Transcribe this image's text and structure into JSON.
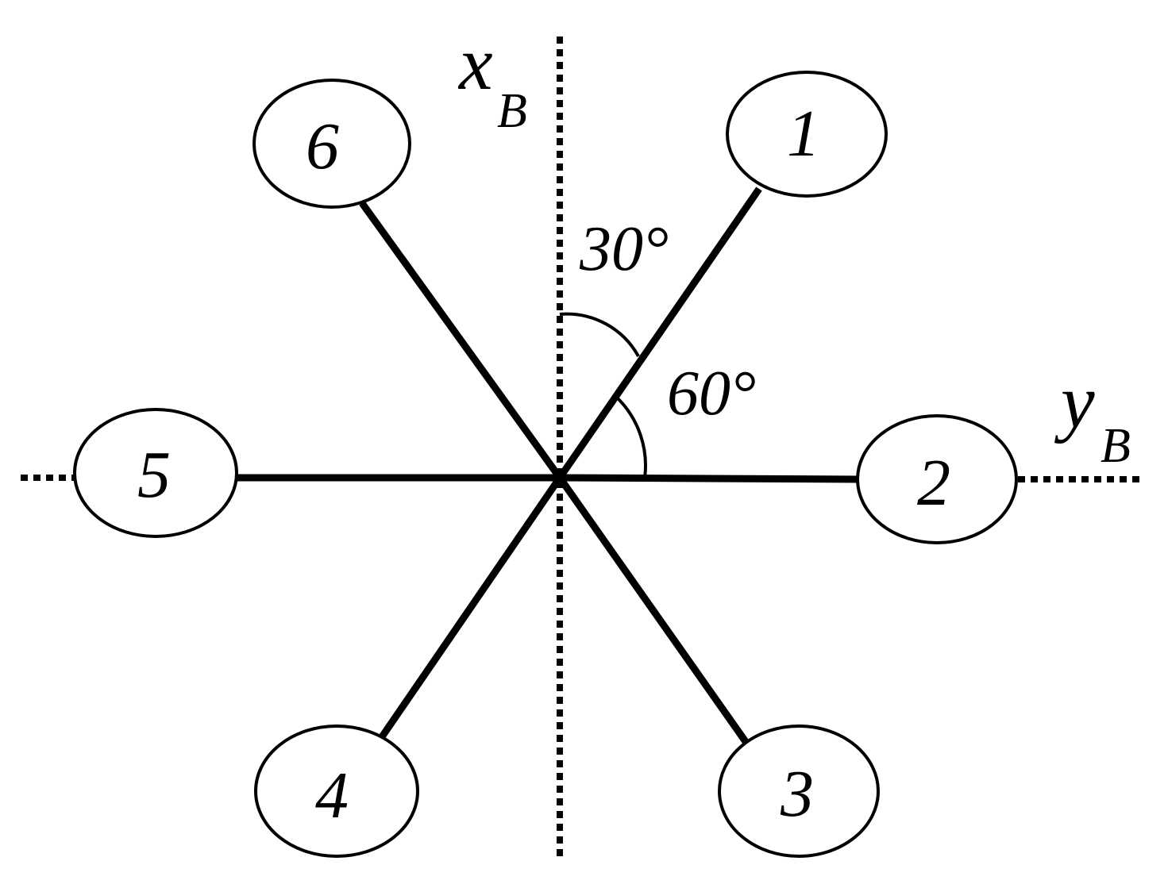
{
  "axes": {
    "x": {
      "main": "x",
      "sub": "B"
    },
    "y": {
      "main": "y",
      "sub": "B"
    }
  },
  "rotors": [
    {
      "id": 1,
      "label": "1"
    },
    {
      "id": 2,
      "label": "2"
    },
    {
      "id": 3,
      "label": "3"
    },
    {
      "id": 4,
      "label": "4"
    },
    {
      "id": 5,
      "label": "5"
    },
    {
      "id": 6,
      "label": "6"
    }
  ],
  "angles": {
    "from_x_axis": "30°",
    "from_y_axis": "60°"
  },
  "colors": {
    "stroke": "#000000",
    "background": "#ffffff"
  }
}
